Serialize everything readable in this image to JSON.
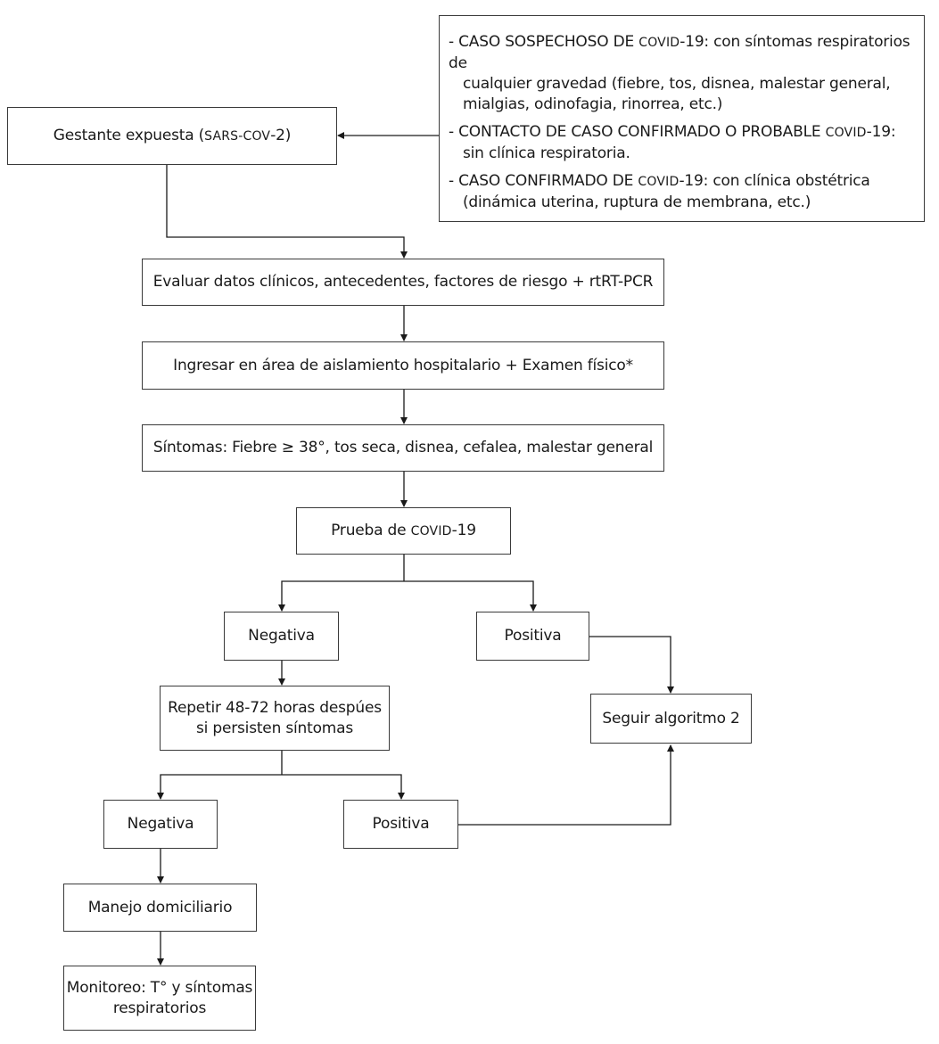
{
  "criteria": {
    "item1": {
      "a": "- CASO SOSPECHOSO DE ",
      "sc": "COVID",
      "b": "-19: con síntomas respiratorios de",
      "c": "cualquier gravedad (fiebre, tos, disnea, malestar general,",
      "d": "mialgias, odinofagia, rinorrea, etc.)"
    },
    "item2": {
      "a": "- CONTACTO DE CASO CONFIRMADO O PROBABLE ",
      "sc": "COVID",
      "b": "-19:",
      "c": "sin clínica respiratoria."
    },
    "item3": {
      "a": "- CASO CONFIRMADO DE ",
      "sc": "COVID",
      "b": "-19: con clínica obstétrica",
      "c": "(dinámica uterina, ruptura de membrana, etc.)"
    }
  },
  "nodes": {
    "gestante": {
      "a": "Gestante expuesta (",
      "sc": "SARS-COV",
      "b": "-2)"
    },
    "evaluar": "Evaluar datos clínicos, antecedentes, factores de riesgo + rtRT-PCR",
    "ingresar": "Ingresar en área de aislamiento hospitalario + Examen físico*",
    "sintomas": "Síntomas: Fiebre ≥ 38°, tos seca, disnea, cefalea, malestar general",
    "prueba": {
      "a": "Prueba de ",
      "sc": "COVID",
      "b": "-19"
    },
    "negativa1": "Negativa",
    "positiva1": "Positiva",
    "repetir": "Repetir 48-72 horas despúes\n si persisten síntomas",
    "seguir": "Seguir algoritmo 2",
    "negativa2": "Negativa",
    "positiva2": "Positiva",
    "manejo": "Manejo domiciliario",
    "monitoreo": "Monitoreo: T° y síntomas\n respiratorios"
  }
}
